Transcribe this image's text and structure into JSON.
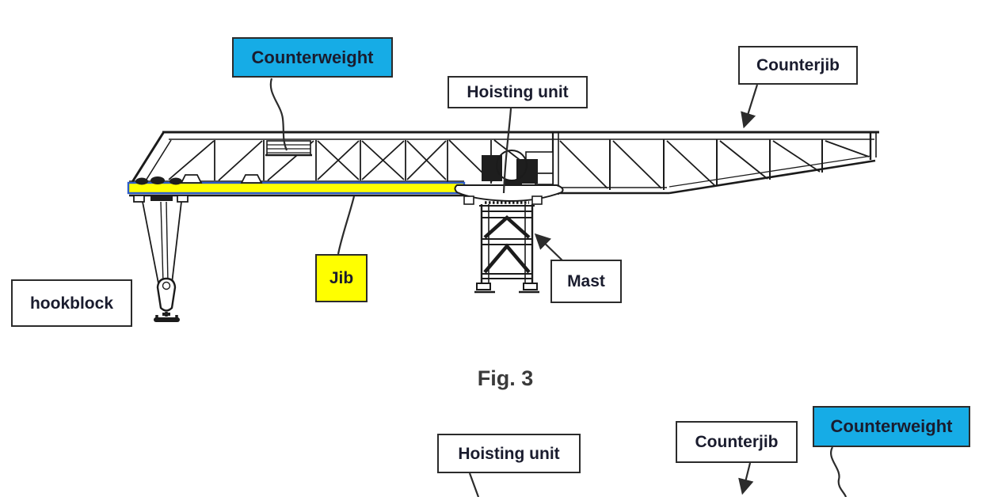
{
  "figure_caption": "Fig. 3",
  "fig3_labels": {
    "counterweight": "Counterweight",
    "hoisting_unit": "Hoisting unit",
    "counterjib": "Counterjib",
    "jib": "Jib",
    "mast": "Mast",
    "hookblock": "hookblock"
  },
  "bottom_figure_labels": {
    "hoisting_unit": "Hoisting unit",
    "counterjib": "Counterjib",
    "counterweight": "Counterweight"
  },
  "colors": {
    "highlight_cyan": "#16ACE6",
    "highlight_yellow": "#FFFF00",
    "jib_outline_blue": "#2D5CC8",
    "ink": "#1b1b1b"
  }
}
